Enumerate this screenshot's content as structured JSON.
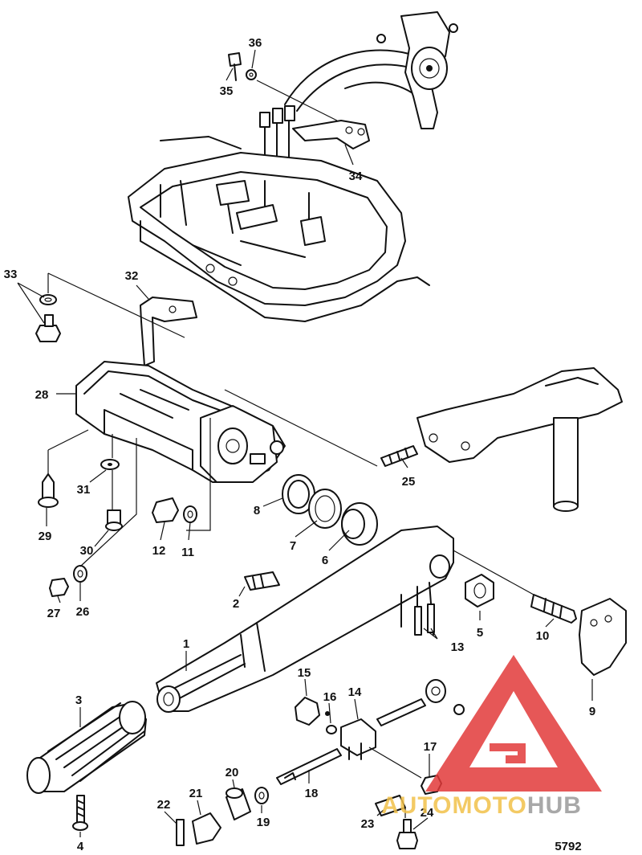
{
  "figure_number": "5792",
  "watermark": {
    "text_part1": "AUTOMOTO",
    "text_part2": "HUB",
    "color_red": "#e23a3a",
    "color_gold": "#f2c14a",
    "color_gray": "#9a9a9a"
  },
  "callouts": [
    "1",
    "2",
    "3",
    "4",
    "5",
    "6",
    "7",
    "8",
    "9",
    "10",
    "11",
    "12",
    "13",
    "14",
    "15",
    "16",
    "17",
    "18",
    "19",
    "20",
    "21",
    "22",
    "23",
    "24",
    "25",
    "26",
    "27",
    "28",
    "29",
    "30",
    "31",
    "32",
    "33",
    "34",
    "35",
    "36"
  ]
}
